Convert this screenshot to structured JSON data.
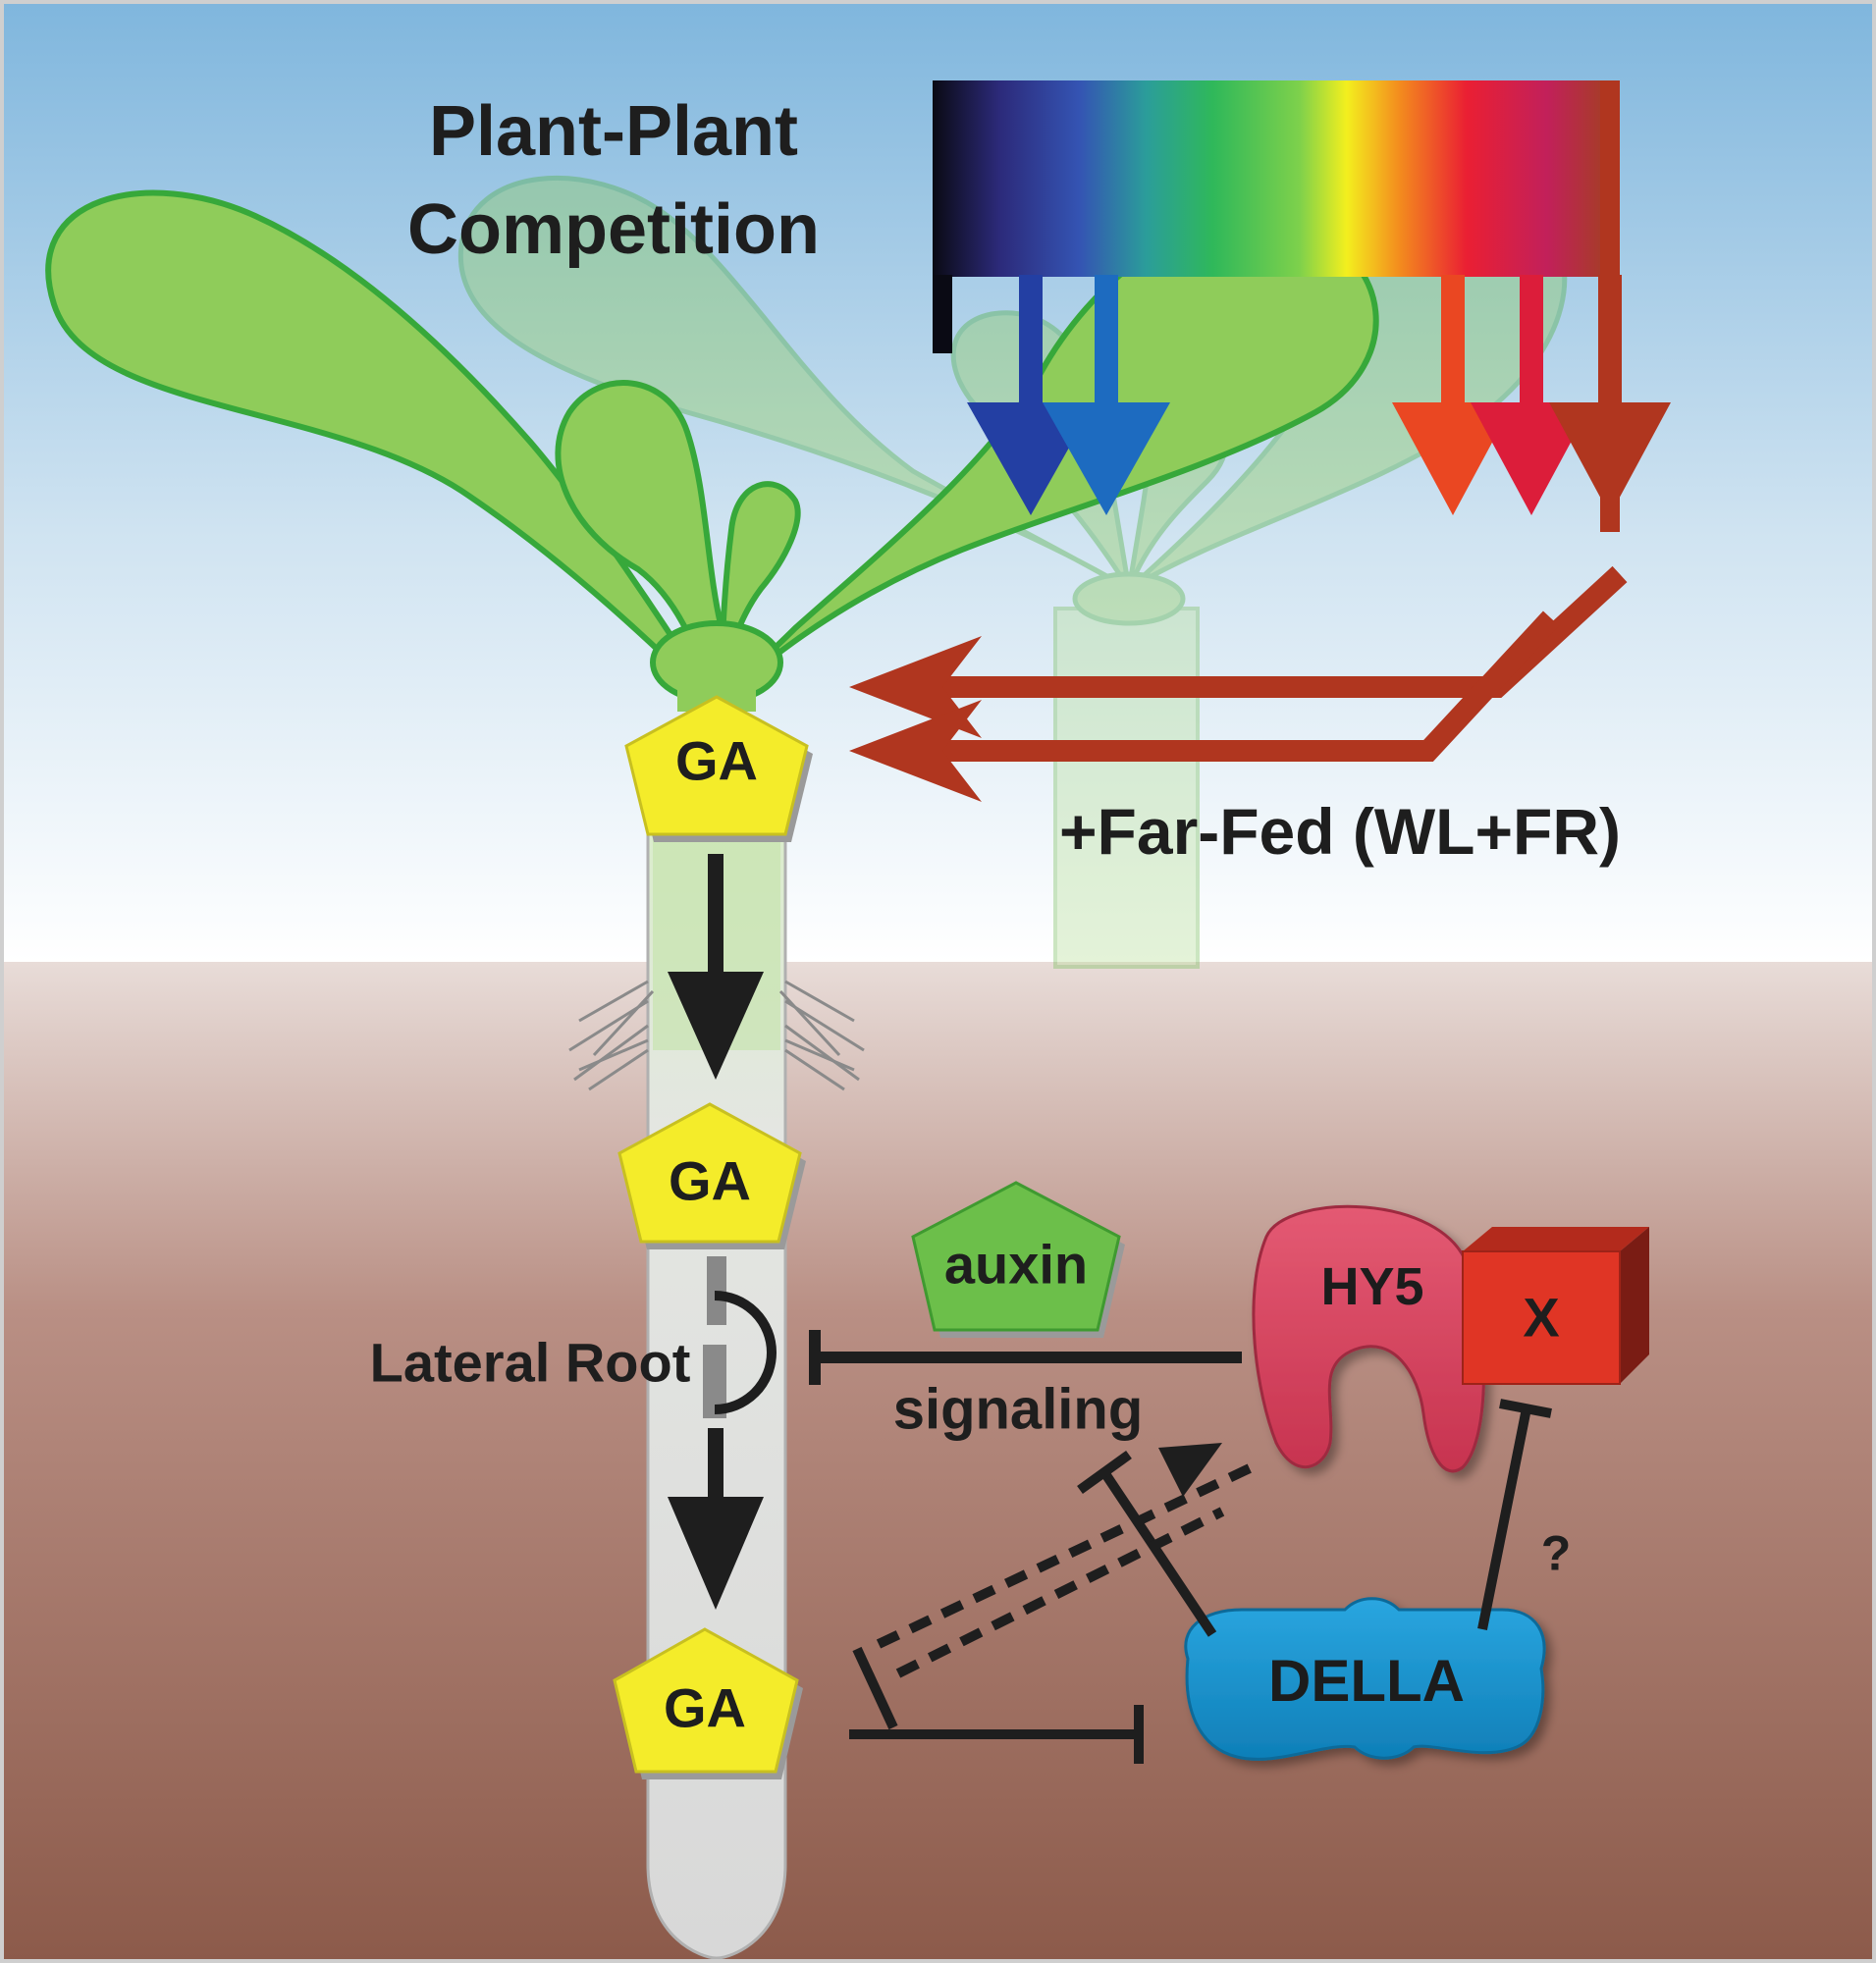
{
  "title": {
    "line1": "Plant-Plant",
    "line2": "Competition"
  },
  "treatment_label": "+Far-Fed (WL+FR)",
  "hormones": {
    "ga_shoot": "GA",
    "ga_mid": "GA",
    "ga_tip": "GA",
    "auxin": "auxin"
  },
  "labels": {
    "lateral_root": "Lateral Root",
    "signaling": "signaling",
    "question": "?"
  },
  "proteins": {
    "hy5": "HY5",
    "x": "X",
    "della": "DELLA"
  },
  "colors": {
    "sky_top": "#7fb6dd",
    "soil_bottom": "#8c5a4a",
    "leaf_green": "#8fcc5a",
    "ga_yellow": "#f4ec2a",
    "auxin_green": "#6cbf4a",
    "hy5_pink": "#d9405f",
    "x_red": "#e03525",
    "della_blue": "#1792cf",
    "far_red": "#b63a22",
    "blue_arrow": "#1f49a8"
  }
}
